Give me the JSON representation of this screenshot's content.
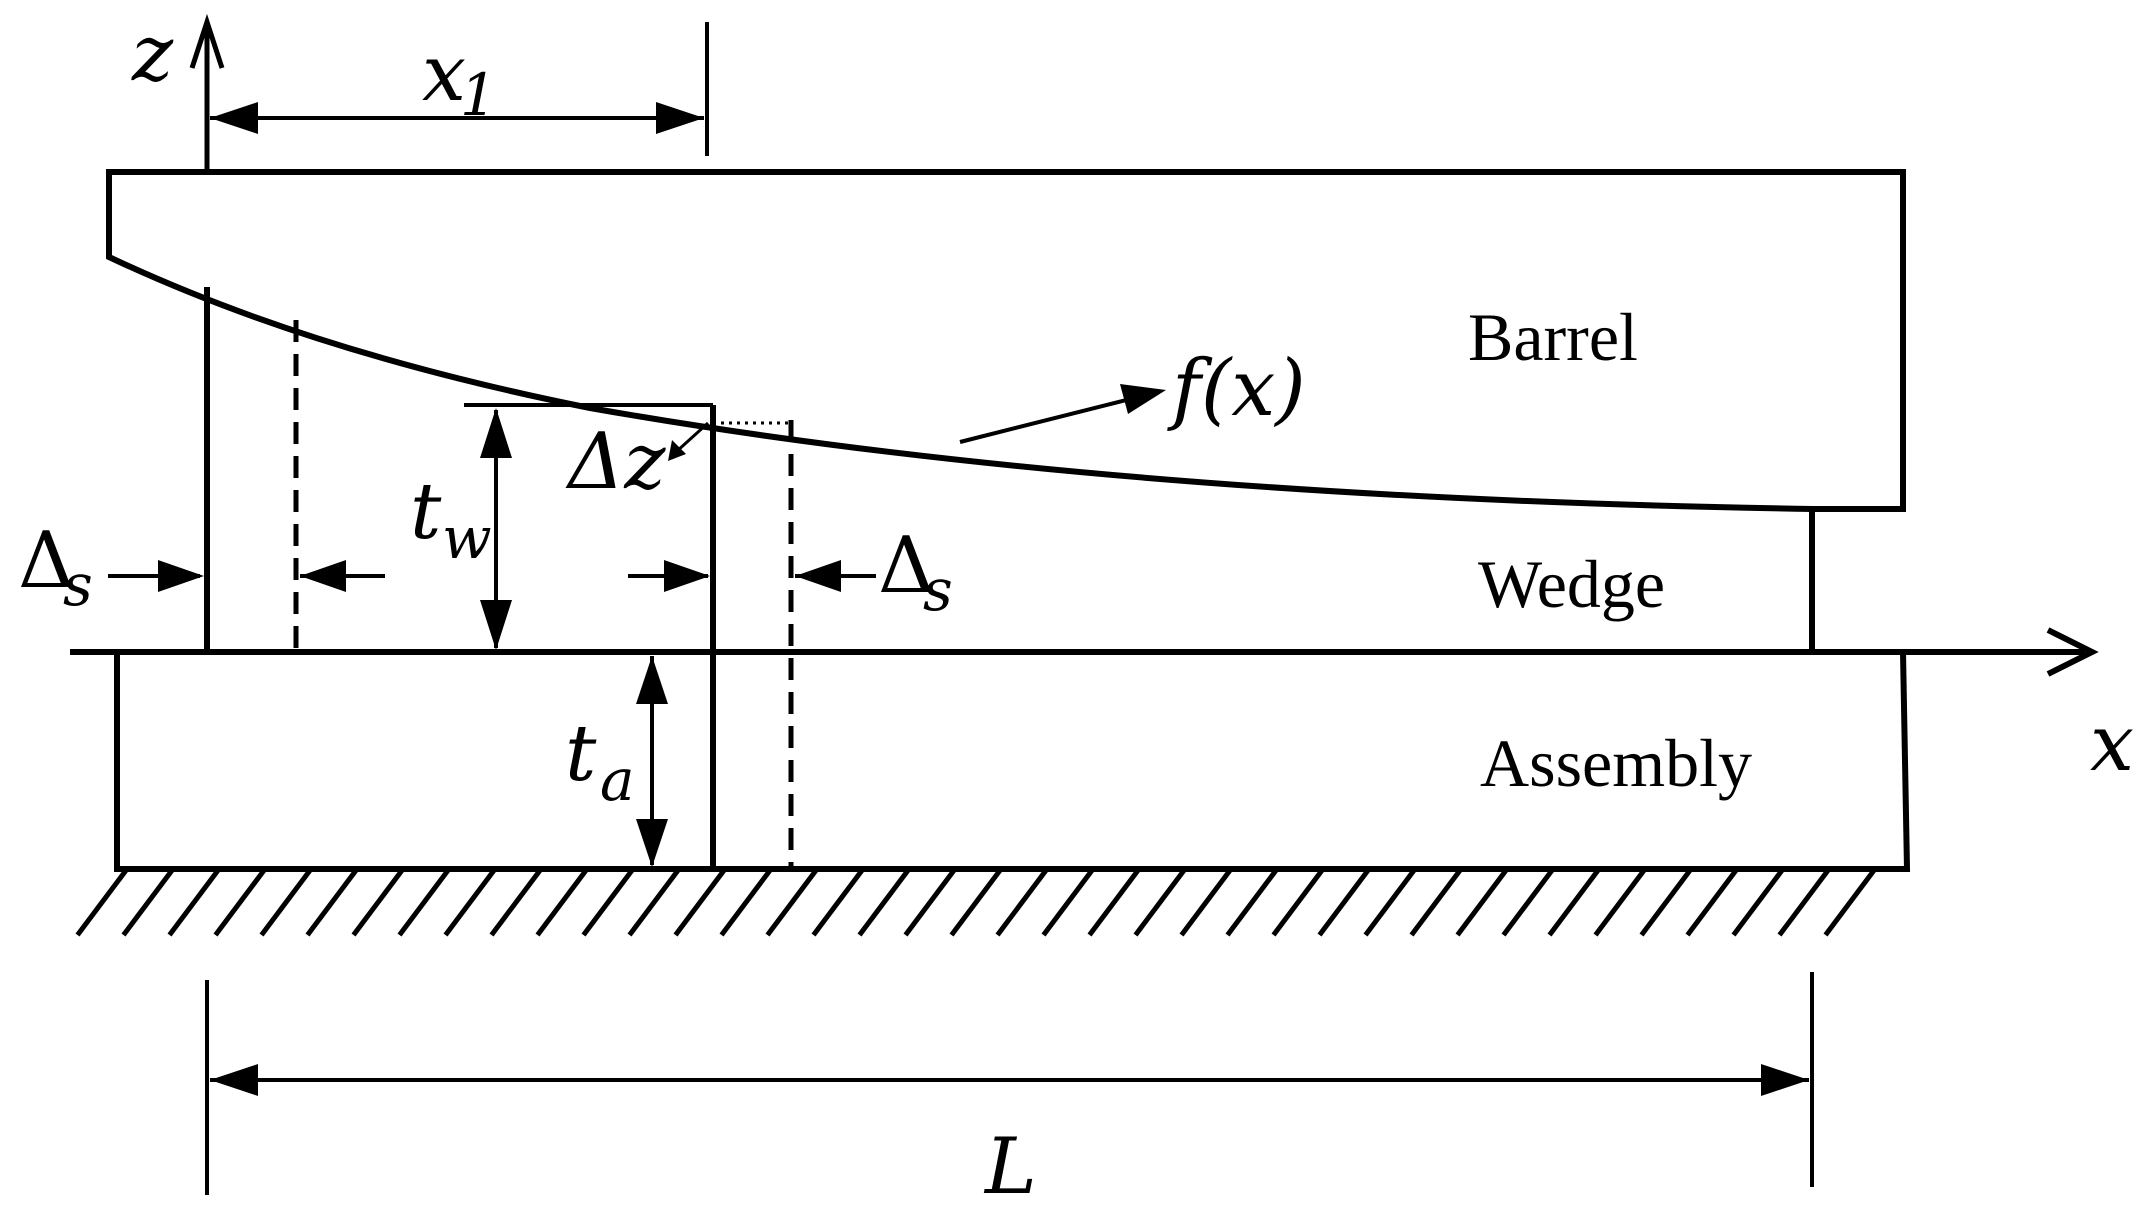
{
  "diagram": {
    "regions": {
      "barrel": "Barrel",
      "wedge": "Wedge",
      "assembly": "Assembly"
    },
    "axes": {
      "z": "z",
      "x": "x"
    },
    "dimensions": {
      "x1": "x",
      "x1_sub": "1",
      "length": "L",
      "tw": "t",
      "tw_sub": "w",
      "ta": "t",
      "ta_sub": "a",
      "delta_z": "Δz",
      "delta_s": "Δ",
      "delta_s_sub": "s"
    },
    "curve_label": "f(x)"
  }
}
